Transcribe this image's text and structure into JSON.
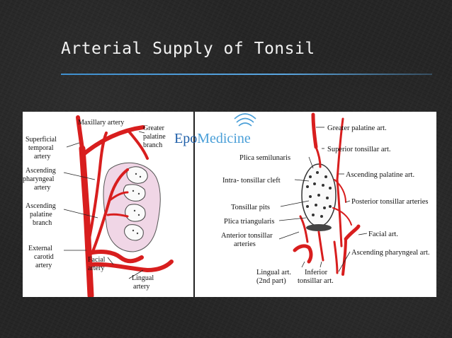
{
  "slide": {
    "title": "Arterial Supply of Tonsil"
  },
  "logo": {
    "part1": "Epo",
    "part2": "Medicine"
  },
  "left_diagram": {
    "labels": {
      "maxillary": "Maxillary artery",
      "greater_1": "Greater",
      "greater_2": "palatine",
      "greater_3": "branch",
      "sup_1": "Superficial",
      "sup_2": "temporal",
      "sup_3": "artery",
      "asc_ph_1": "Ascending",
      "asc_ph_2": "pharyngeal",
      "asc_ph_3": "artery",
      "asc_pal_1": "Ascending",
      "asc_pal_2": "palatine",
      "asc_pal_3": "branch",
      "ext_1": "External",
      "ext_2": "carotid",
      "ext_3": "artery",
      "facial_1": "Facial",
      "facial_2": "artery",
      "lingual_1": "Lingual",
      "lingual_2": "artery"
    }
  },
  "right_diagram": {
    "labels": {
      "greater_palatine": "Greater palatine art.",
      "superior_tonsillar": "Superior tonsillar art.",
      "plica_semilunaris": "Plica semilunaris",
      "intra_tonsillar_cleft": "Intra- tonsillar cleft",
      "ascending_palatine": "Ascending palatine art.",
      "tonsillar_pits": "Tonsillar pits",
      "posterior_tonsillar": "Posterior tonsillar arteries",
      "plica_triangularis": "Plica triangularis",
      "anterior_tonsillar_1": "Anterior tonsillar",
      "anterior_tonsillar_2": "arteries",
      "facial_art": "Facial art.",
      "ascending_pharyngeal": "Ascending pharyngeal art.",
      "lingual_1": "Lingual art.",
      "lingual_2": "(2nd part)",
      "inferior_1": "Inferior",
      "inferior_2": "tonsillar art."
    }
  },
  "colors": {
    "artery": "#d81e1e",
    "tonsil": "#f0d6e6",
    "title": "#f2f2f2",
    "rule": "#4a9ad8",
    "logo_dark": "#1d5ea8",
    "logo_light": "#4a9fd8"
  }
}
